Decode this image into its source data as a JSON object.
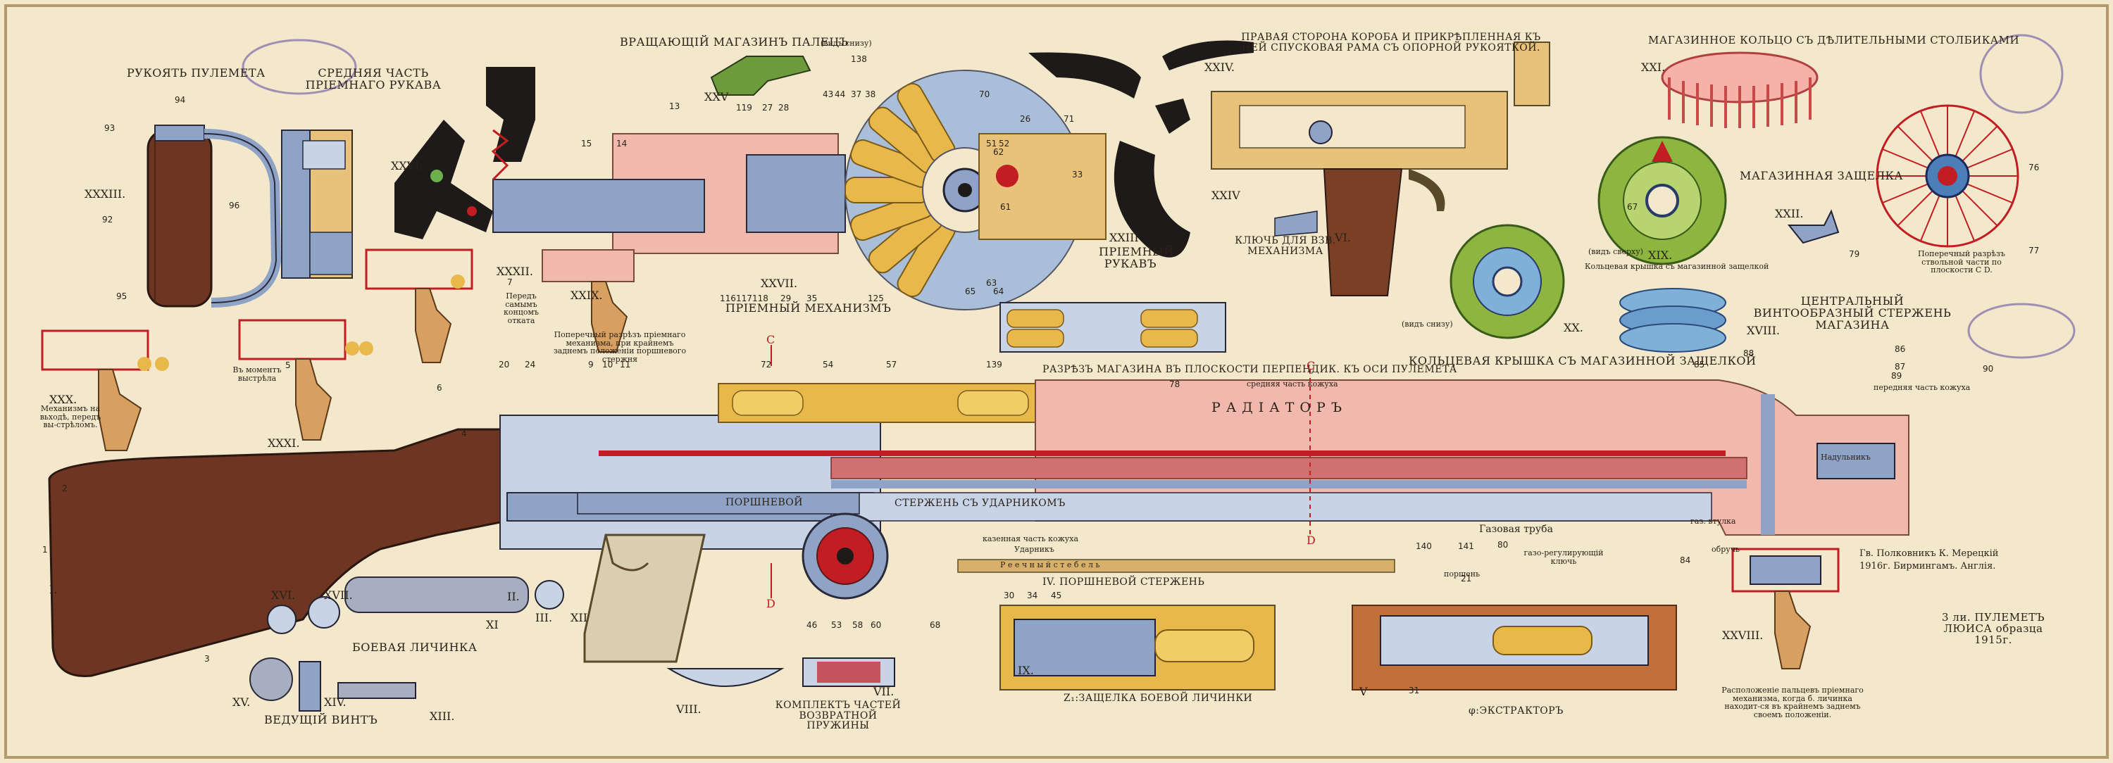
{
  "colors": {
    "paper": "#f3e8cb",
    "wood": "#6e3522",
    "steel_blue": "#8fa3c6",
    "radiator_pink": "#f1b9ae",
    "brass": "#e8b84a",
    "green": "#8cb640",
    "teal_blue": "#4c7fb8",
    "red": "#c21d22",
    "black": "#1e1a1a"
  },
  "titles": {
    "handle": "РУКОЯТЬ ПУЛЕМЕТА",
    "mid_arm": "СРЕДНЯЯ ЧАСТЬ ПРІЕМНАГО РУКАВА",
    "pawl": "ВРАЩАЮЩІЙ МАГАЗИНЪ ПАЛЕЦЪ",
    "pawl_note": "(видъ снизу)",
    "feed_mech": "ПРІЕМНЫЙ МЕХАНИЗМЪ",
    "feed_arm": "ПРІЕМНЫЙ РУКАВЪ",
    "frame_right": "ПРАВАЯ СТОРОНА КОРОБА И ПРИКРѢПЛЕННАЯ КЪ НЕЙ СПУСКОВАЯ РАМА СЪ ОПОРНОЙ РУКОЯТКОЙ.",
    "key": "КЛЮЧЬ ДЛЯ ВЗВ. МЕХАНИЗМА",
    "mag_ring": "МАГАЗИННОЕ КОЛЬЦО СЪ ДѢЛИТЕЛЬНЫМИ СТОЛБИКАМИ",
    "mag_latch": "МАГАЗИННАЯ ЗАЩЕЛКА",
    "mag_cover_small": "Кольцевая крышка съ магазинной защелкой",
    "view_top": "(видъ сверху)",
    "view_bottom": "(видъ снизу)",
    "mag_section": "Поперечный разрѣзъ ствольной части по плоскости C D.",
    "center_core": "ЦЕНТРАЛЬНЫЙ ВИНТООБРАЗНЫЙ СТЕРЖЕНЬ МАГАЗИНА",
    "mag_cover": "КОЛЬЦЕВАЯ КРЫШКА СЪ МАГАЗИННОЙ ЗАЩЕЛКОЙ",
    "mag_cut": "РАЗРѢЗЪ МАГАЗИНА ВЪ ПЛОСКОСТИ ПЕРПЕНДИК. КЪ ОСИ ПУЛЕМЕТА",
    "radiator": "Р А Д І А Т О Р Ъ",
    "jacket_mid": "средняя часть кожуха",
    "jacket_front": "передняя часть кожуха",
    "muzzle_cap": "Надульникъ",
    "gas_tube": "Газовая труба",
    "gas_bush": "газ. втулка",
    "band": "обручь",
    "gas_key": "газо-регулирующій ключь",
    "piston": "поршень",
    "piston_rod_word": "ПОРШНЕВОЙ",
    "striker_rod": "СТЕРЖЕНЬ СЪ УДАРНИКОМЪ",
    "jacket_rear": "казенная часть кожуха",
    "striker": "Ударникъ",
    "rack": "Р е е ч н ы й     с т е б е л ь",
    "piston_rod": "IV. ПОРШНЕВОЙ СТЕРЖЕНЬ",
    "bolt": "БОЕВАЯ ЛИЧИНКА",
    "drive_screw": "ВЕДУЩІЙ ВИНТЪ",
    "spring_set": "КОМПЛЕКТЪ ЧАСТЕЙ ВОЗВРАТНОЙ ПРУЖИНЫ",
    "bolt_latch": "Z₁:ЗАЩЕЛКА БОЕВОЙ ЛИЧИНКИ",
    "extractor": "φ:ЭКСТРАКТОРЪ",
    "xxx_note": "Механизмъ на вьходѣ, передъ вы-стрѣломъ.",
    "xxi_note": "Въ моментъ выстрѣла",
    "xxii_note": "Передъ самымъ концомъ отката",
    "cross_note": "Поперечный разрѣзъ пріемнаго механизма, при крайнемъ заднемъ положеніи поршневого стержня",
    "xxviii_note": "Расположеніе пальцевъ пріемнаго механизма, когда б. личинка находит-ся въ крайнемъ заднемъ своемъ положеніи.",
    "author": "Гв. Полковникъ К. Мерецкій",
    "author_place": "1916г. Бирмингамъ. Англія.",
    "gun_name": "3 ли. ПУЛЕМЕТЪ ЛЮИСА образца 1915г."
  },
  "roman": [
    "XXXIII.",
    "XXVI.",
    "XXV",
    "XXVII.",
    "XXIII",
    "XXIV.",
    "XXIV",
    "XXI.",
    "XIX.",
    "XXII.",
    "XX.",
    "XVIII.",
    "XXX.",
    "XXXI.",
    "XXXII.",
    "XXIX.",
    "I.",
    "II.",
    "III.",
    "VIII.",
    "IX.",
    "V",
    "VI.",
    "VII.",
    "XI",
    "XII",
    "XIII.",
    "XIV.",
    "XV.",
    "XVI.",
    "XVII.",
    "XXVIII."
  ],
  "numbers": [
    "94",
    "93",
    "96",
    "92",
    "95",
    "15",
    "14",
    "13",
    "138",
    "119",
    "27",
    "28",
    "43",
    "44",
    "37",
    "38",
    "70",
    "51",
    "52",
    "61",
    "62",
    "63",
    "64",
    "65",
    "71",
    "33",
    "26",
    "116",
    "117",
    "118",
    "29",
    "35",
    "125",
    "72",
    "11",
    "10",
    "9",
    "57",
    "139",
    "86",
    "87",
    "88",
    "90",
    "85",
    "89",
    "80",
    "140",
    "141",
    "84",
    "78",
    "20",
    "30",
    "24",
    "54",
    "53",
    "58",
    "60",
    "34",
    "45",
    "76",
    "77",
    "79",
    "67",
    "46",
    "31",
    "68",
    "21",
    "4",
    "3",
    "5",
    "1",
    "2",
    "7",
    "6"
  ],
  "markers": {
    "c": "C",
    "d": "D"
  }
}
